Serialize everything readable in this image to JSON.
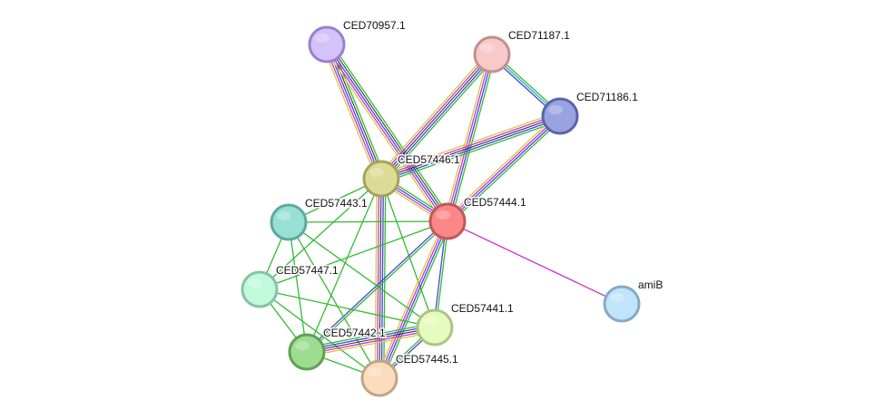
{
  "nodes": [
    {
      "id": "CED70957.1",
      "label": "CED70957.1",
      "fill": "#d4c2fb",
      "stroke": "#9a80cf"
    },
    {
      "id": "CED71187.1",
      "label": "CED71187.1",
      "fill": "#f9c9c9",
      "stroke": "#c48f8f"
    },
    {
      "id": "CED71186.1",
      "label": "CED71186.1",
      "fill": "#9aa3e2",
      "stroke": "#5b64a8"
    },
    {
      "id": "CED57446.1",
      "label": "CED57446.1",
      "fill": "#dcdc96",
      "stroke": "#a3a35e"
    },
    {
      "id": "CED57444.1",
      "label": "CED57444.1",
      "fill": "#fb8888",
      "stroke": "#c45656"
    },
    {
      "id": "CED57443.1",
      "label": "CED57443.1",
      "fill": "#96e0d4",
      "stroke": "#5ea89c"
    },
    {
      "id": "CED57447.1",
      "label": "CED57447.1",
      "fill": "#c0f9dc",
      "stroke": "#88c1a4"
    },
    {
      "id": "CED57441.1",
      "label": "CED57441.1",
      "fill": "#e6fbbe",
      "stroke": "#aec386"
    },
    {
      "id": "CED57442.1",
      "label": "CED57442.1",
      "fill": "#9edc92",
      "stroke": "#5fa154"
    },
    {
      "id": "CED57445.1",
      "label": "CED57445.1",
      "fill": "#fbdcbc",
      "stroke": "#c3a484"
    },
    {
      "id": "amiB",
      "label": "amiB",
      "fill": "#c2e4fb",
      "stroke": "#86aac3"
    }
  ],
  "edges": [
    {
      "from": "CED70957.1",
      "to": "CED57446.1",
      "colors": [
        "#33bb33",
        "#000000",
        "#4444dd",
        "#cc33cc",
        "#cccc44"
      ]
    },
    {
      "from": "CED70957.1",
      "to": "CED57444.1",
      "colors": [
        "#33bb33",
        "#000000",
        "#4444dd",
        "#cc33cc",
        "#cccc44"
      ]
    },
    {
      "from": "CED71187.1",
      "to": "CED71186.1",
      "colors": [
        "#33bb33",
        "#33aacc",
        "#4444dd"
      ]
    },
    {
      "from": "CED71187.1",
      "to": "CED57446.1",
      "colors": [
        "#33bb33",
        "#4444dd",
        "#000000",
        "#cc33cc",
        "#cccc44"
      ]
    },
    {
      "from": "CED71187.1",
      "to": "CED57444.1",
      "colors": [
        "#33bb33",
        "#4444dd",
        "#cc33cc",
        "#cccc44"
      ]
    },
    {
      "from": "CED71186.1",
      "to": "CED57446.1",
      "colors": [
        "#33bb33",
        "#4444dd",
        "#000000",
        "#cc33cc",
        "#cccc44"
      ]
    },
    {
      "from": "CED71186.1",
      "to": "CED57444.1",
      "colors": [
        "#33bb33",
        "#4444dd",
        "#cc33cc",
        "#cccc44"
      ]
    },
    {
      "from": "CED57446.1",
      "to": "CED57444.1",
      "colors": [
        "#33bb33",
        "#4444dd",
        "#cc33cc",
        "#cccc44"
      ]
    },
    {
      "from": "CED57446.1",
      "to": "CED57443.1",
      "colors": [
        "#33bb33"
      ]
    },
    {
      "from": "CED57446.1",
      "to": "CED57447.1",
      "colors": [
        "#33bb33"
      ]
    },
    {
      "from": "CED57446.1",
      "to": "CED57441.1",
      "colors": [
        "#33bb33"
      ]
    },
    {
      "from": "CED57446.1",
      "to": "CED57442.1",
      "colors": [
        "#33bb33"
      ]
    },
    {
      "from": "CED57446.1",
      "to": "CED57445.1",
      "colors": [
        "#33bb33",
        "#4444dd",
        "#000000",
        "#cc33cc",
        "#cccc44"
      ]
    },
    {
      "from": "CED57444.1",
      "to": "CED57443.1",
      "colors": [
        "#33bb33"
      ]
    },
    {
      "from": "CED57444.1",
      "to": "CED57447.1",
      "colors": [
        "#33bb33"
      ]
    },
    {
      "from": "CED57444.1",
      "to": "CED57441.1",
      "colors": [
        "#33bb33",
        "#4444dd"
      ]
    },
    {
      "from": "CED57444.1",
      "to": "CED57442.1",
      "colors": [
        "#33bb33",
        "#4444dd"
      ]
    },
    {
      "from": "CED57444.1",
      "to": "CED57445.1",
      "colors": [
        "#33bb33",
        "#4444dd",
        "#cc33cc",
        "#cccc44"
      ]
    },
    {
      "from": "CED57444.1",
      "to": "amiB",
      "colors": [
        "#cc33cc"
      ]
    },
    {
      "from": "CED57443.1",
      "to": "CED57447.1",
      "colors": [
        "#33bb33"
      ]
    },
    {
      "from": "CED57443.1",
      "to": "CED57441.1",
      "colors": [
        "#33bb33"
      ]
    },
    {
      "from": "CED57443.1",
      "to": "CED57442.1",
      "colors": [
        "#33bb33"
      ]
    },
    {
      "from": "CED57443.1",
      "to": "CED57445.1",
      "colors": [
        "#33bb33"
      ]
    },
    {
      "from": "CED57447.1",
      "to": "CED57441.1",
      "colors": [
        "#33bb33"
      ]
    },
    {
      "from": "CED57447.1",
      "to": "CED57442.1",
      "colors": [
        "#33bb33"
      ]
    },
    {
      "from": "CED57447.1",
      "to": "CED57445.1",
      "colors": [
        "#33bb33"
      ]
    },
    {
      "from": "CED57442.1",
      "to": "CED57441.1",
      "colors": [
        "#33bb33",
        "#4444dd",
        "#000000",
        "#cc33cc",
        "#cccc44"
      ]
    },
    {
      "from": "CED57442.1",
      "to": "CED57445.1",
      "colors": [
        "#33bb33"
      ]
    },
    {
      "from": "CED57445.1",
      "to": "CED57441.1",
      "colors": [
        "#33bb33",
        "#4444dd"
      ]
    }
  ]
}
